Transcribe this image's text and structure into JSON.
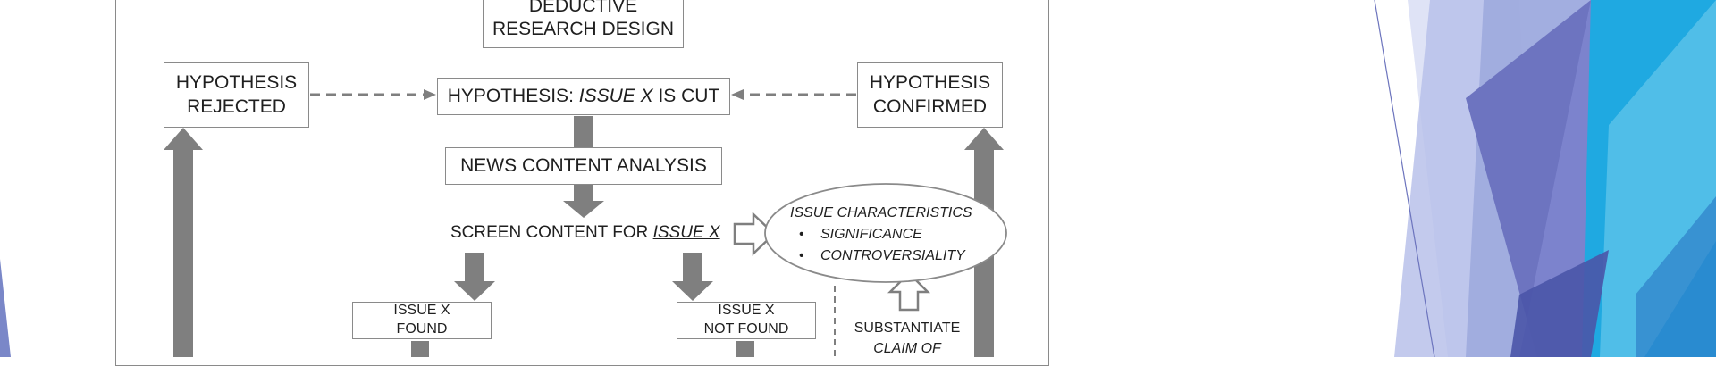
{
  "diagram": {
    "top_box": [
      "DEDUCTIVE",
      "RESEARCH DESIGN"
    ],
    "rejected": [
      "HYPOTHESIS",
      "REJECTED"
    ],
    "hypothesis": {
      "prefix": "HYPOTHESIS: ",
      "issue": "ISSUE X",
      "suffix": " IS CUT"
    },
    "confirmed": [
      "HYPOTHESIS",
      "CONFIRMED"
    ],
    "news_analysis": "NEWS CONTENT ANALYSIS",
    "screen": {
      "prefix": "SCREEN CONTENT FOR ",
      "issue": "ISSUE X"
    },
    "characteristics": {
      "title": "ISSUE CHARACTERISTICS",
      "bullet": "•",
      "items": [
        "SIGNIFICANCE",
        "CONTROVERSIALITY"
      ]
    },
    "found": [
      "ISSUE X",
      "FOUND"
    ],
    "not_found": [
      "ISSUE X",
      "NOT FOUND"
    ],
    "substantiate": {
      "line1": "SUBSTANTIATE",
      "line2": "CLAIM OF"
    }
  },
  "colors": {
    "box_border": "#8a8a8a",
    "arrow_gray": "#7f7f7f",
    "text": "#1f1f1f",
    "deco_light": "#c9cfee",
    "deco_mid": "#7a87c8",
    "deco_dark": "#5b5fae",
    "deco_cyan": "#1fa9e1"
  }
}
